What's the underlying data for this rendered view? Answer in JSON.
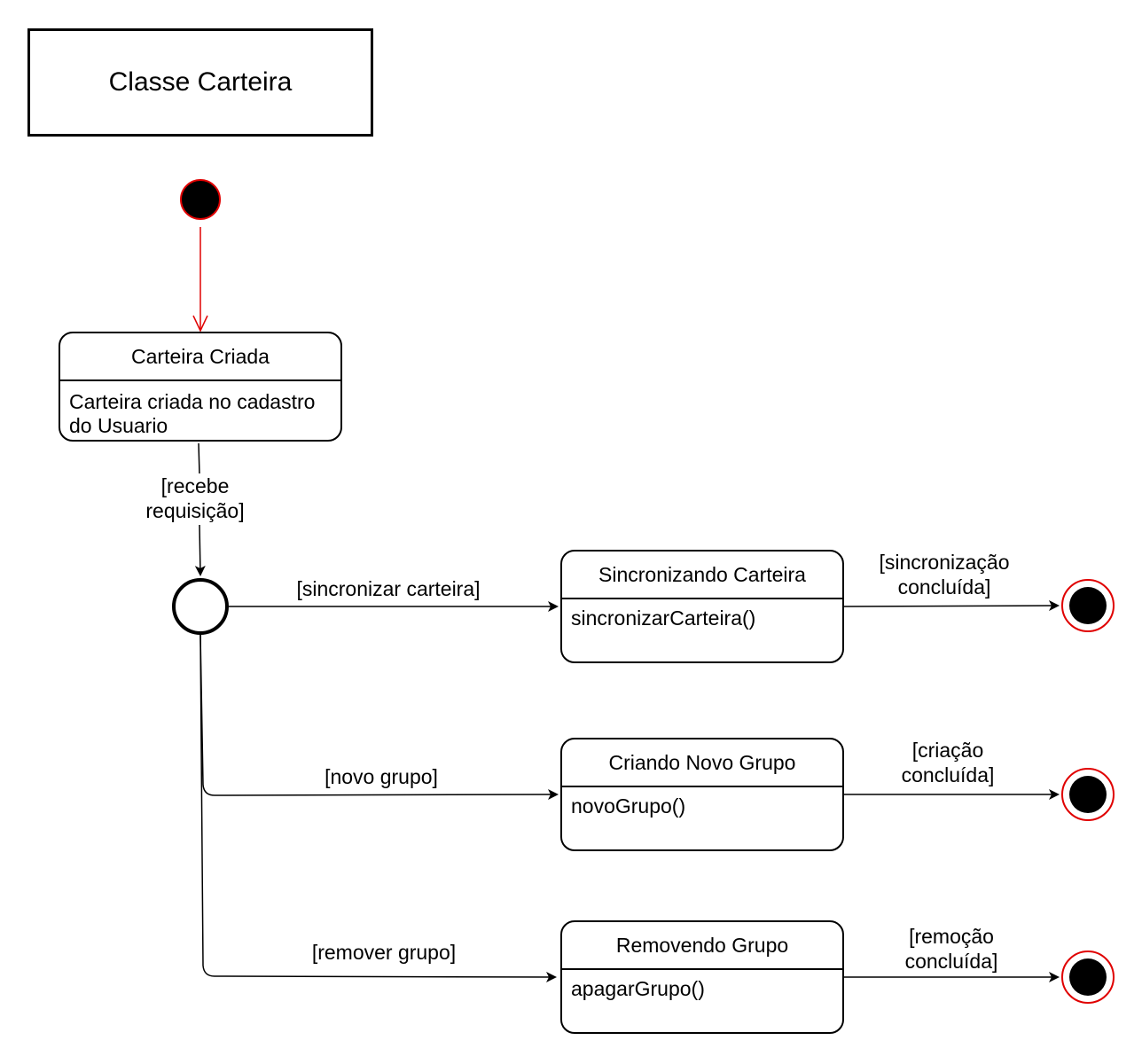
{
  "diagram_title": "Classe Carteira",
  "states": {
    "created": {
      "name": "Carteira Criada",
      "body": "Carteira criada no cadastro do Usuario"
    },
    "syncing": {
      "name": "Sincronizando Carteira",
      "body": "sincronizarCarteira()"
    },
    "creating_group": {
      "name": "Criando Novo Grupo",
      "body": "novoGrupo()"
    },
    "removing_group": {
      "name": "Removendo Grupo",
      "body": "apagarGrupo()"
    }
  },
  "transitions": {
    "receive_request": [
      "[recebe",
      "requisição]"
    ],
    "sync_wallet": "[sincronizar carteira]",
    "new_group": "[novo grupo]",
    "remove_group": "[remover grupo]",
    "sync_done": [
      "[sincronização",
      "concluída]"
    ],
    "create_done": [
      "[criação",
      "concluída]"
    ],
    "remove_done": [
      "[remoção",
      "concluída]"
    ]
  },
  "colors": {
    "initial_arrow": "#e00000",
    "final_ring": "#e00000",
    "stroke": "#000000"
  }
}
